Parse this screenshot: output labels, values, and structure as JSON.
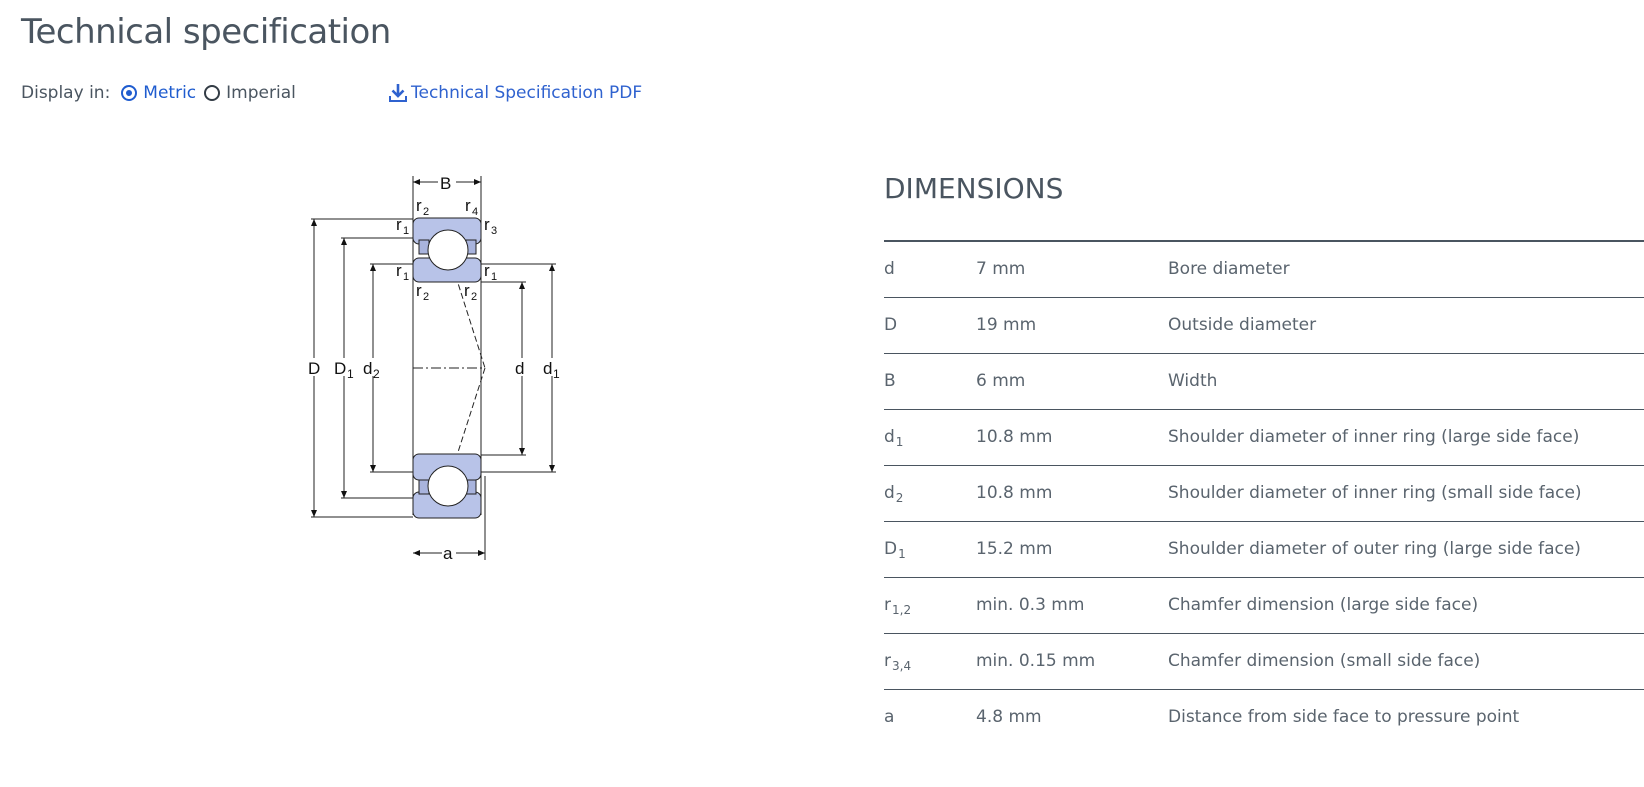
{
  "page": {
    "title": "Technical specification"
  },
  "display": {
    "label": "Display in:",
    "options": [
      {
        "label": "Metric",
        "selected": true
      },
      {
        "label": "Imperial",
        "selected": false
      }
    ]
  },
  "pdf_link": {
    "label": "Technical Specification PDF",
    "icon": "download-icon"
  },
  "diagram": {
    "labels": {
      "B": "B",
      "a": "a",
      "D": "D",
      "D1_main": "D",
      "D1_sub": "1",
      "d2_main": "d",
      "d2_sub": "2",
      "d": "d",
      "d1_main": "d",
      "d1_sub": "1",
      "r": "r",
      "sub1": "1",
      "sub2": "2",
      "sub3": "3",
      "sub4": "4"
    }
  },
  "dimensions": {
    "title": "DIMENSIONS",
    "rows": [
      {
        "sym": "d",
        "sub": "",
        "value": "7 mm",
        "desc": "Bore diameter"
      },
      {
        "sym": "D",
        "sub": "",
        "value": "19 mm",
        "desc": "Outside diameter"
      },
      {
        "sym": "B",
        "sub": "",
        "value": "6 mm",
        "desc": "Width"
      },
      {
        "sym": "d",
        "sub": "1",
        "value": "10.8 mm",
        "desc": "Shoulder diameter of inner ring (large side face)"
      },
      {
        "sym": "d",
        "sub": "2",
        "value": "10.8 mm",
        "desc": "Shoulder diameter of inner ring (small side face)"
      },
      {
        "sym": "D",
        "sub": "1",
        "value": "15.2 mm",
        "desc": "Shoulder diameter of outer ring (large side face)"
      },
      {
        "sym": "r",
        "sub": "1,2",
        "value": "min. 0.3 mm",
        "desc": "Chamfer dimension (large side face)"
      },
      {
        "sym": "r",
        "sub": "3,4",
        "value": "min. 0.15 mm",
        "desc": "Chamfer dimension (small side face)"
      },
      {
        "sym": "a",
        "sub": "",
        "value": "4.8 mm",
        "desc": "Distance from side face to pressure point"
      }
    ]
  }
}
